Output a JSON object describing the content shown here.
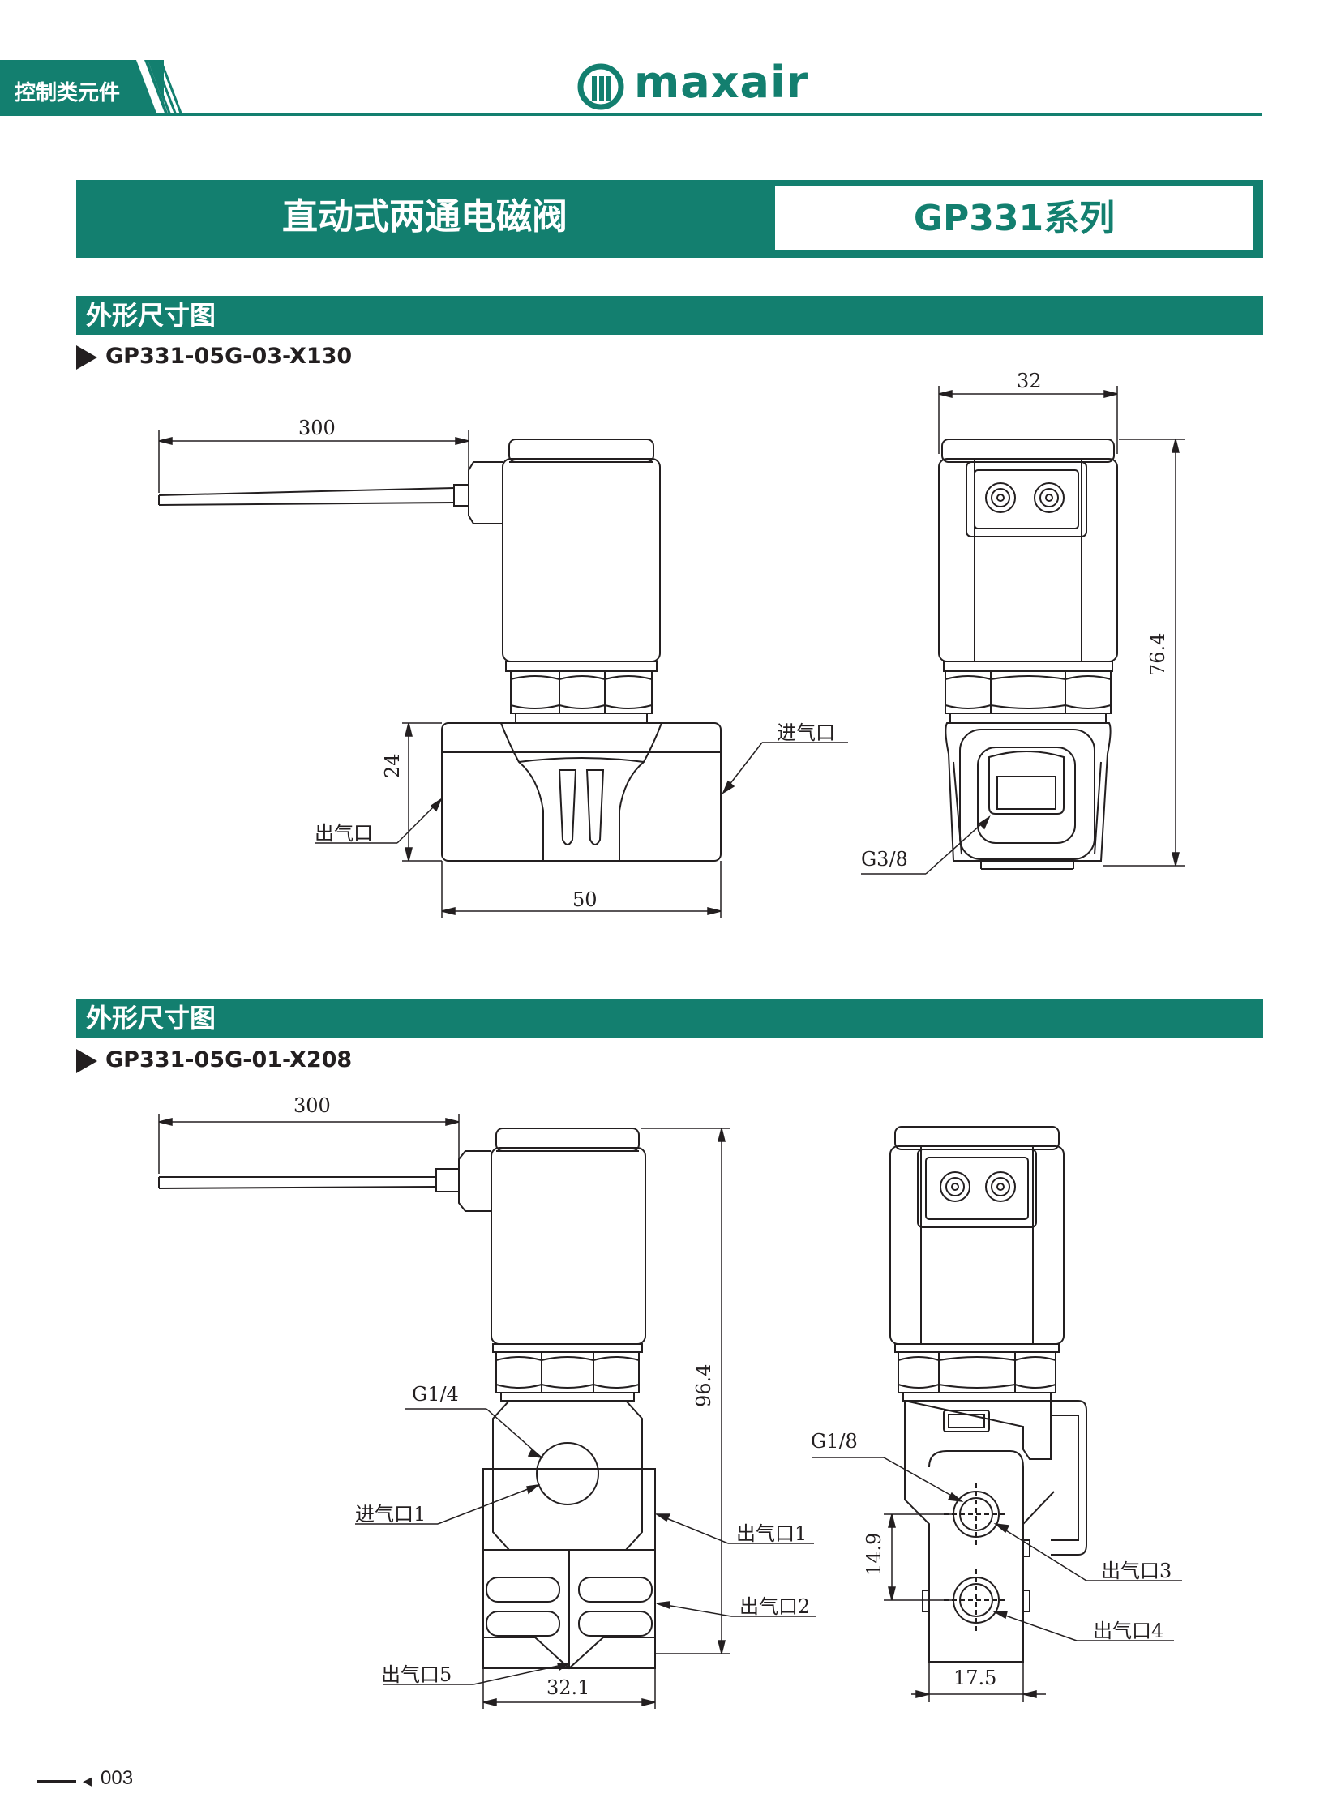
{
  "header": {
    "category_tab": "控制类元件",
    "logo_text": "maxair",
    "brand_color": "#137f6f"
  },
  "title": {
    "product": "直动式两通电磁阀",
    "series": "GP331系列"
  },
  "sections": [
    {
      "title": "外形尺寸图",
      "model": "GP331-05G-03-X130",
      "dimensions": {
        "cable_length": "300",
        "body_height": "24",
        "body_width": "50",
        "side_width": "32",
        "total_height": "76.4"
      },
      "labels": {
        "inlet": "进气口",
        "outlet": "出气口",
        "thread": "G3/8"
      }
    },
    {
      "title": "外形尺寸图",
      "model": "GP331-05G-01-X208",
      "dimensions": {
        "cable_length": "300",
        "total_height": "96.4",
        "base_width": "32.1",
        "port_spacing": "14.9",
        "side_width": "17.5"
      },
      "labels": {
        "thread_inlet": "G1/4",
        "thread_side": "G1/8",
        "inlet_1": "进气口1",
        "outlet_1": "出气口1",
        "outlet_2": "出气口2",
        "outlet_3": "出气口3",
        "outlet_4": "出气口4",
        "outlet_5": "出气口5"
      }
    }
  ],
  "footer": {
    "page_number": "003"
  }
}
